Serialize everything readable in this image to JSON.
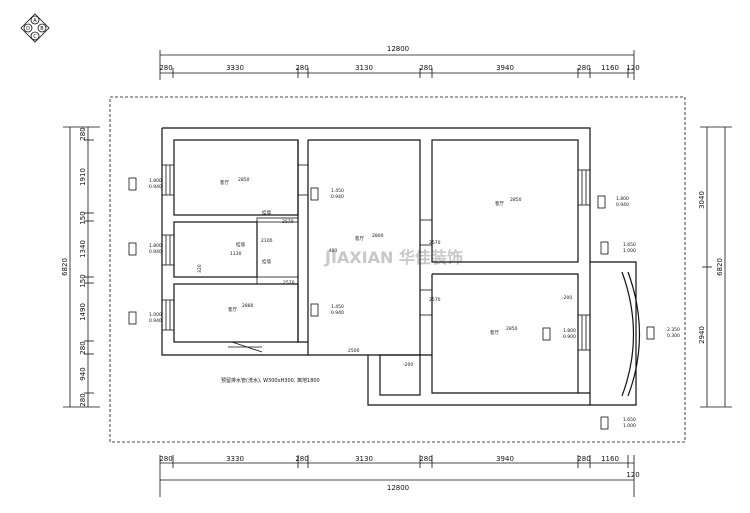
{
  "compass": {
    "n": "A",
    "e": "B",
    "s": "C",
    "w": "D"
  },
  "dimensions": {
    "total": "12800",
    "segments": [
      "280",
      "3330",
      "280",
      "3130",
      "280",
      "3940",
      "280",
      "1160",
      "120"
    ],
    "left_total": "6820",
    "left_segments": [
      "280",
      "1910",
      "150",
      "1340",
      "150",
      "1490",
      "280",
      "940",
      "280"
    ],
    "right_total": "6820",
    "right_segments": [
      "3040",
      "2940"
    ]
  },
  "watermark": "JIAXIAN 华佳装饰",
  "rooms": [
    {
      "label": "客厅",
      "value": "2850"
    },
    {
      "label": "客厅",
      "value": "2800"
    },
    {
      "label": "客厅",
      "value": "2850"
    },
    {
      "label": "客厅",
      "value": "2880"
    },
    {
      "label": "客厅",
      "value": "2850"
    }
  ],
  "windows": [
    {
      "a": "1.800",
      "b": "0.940"
    },
    {
      "a": "1.450",
      "b": "0.940"
    },
    {
      "a": "1.800",
      "b": "0.940"
    },
    {
      "a": "1.800",
      "b": "0.940"
    },
    {
      "a": "1.650",
      "b": "1.000"
    },
    {
      "a": "1.000",
      "b": "0.940"
    },
    {
      "a": "1.450",
      "b": "0.940"
    },
    {
      "a": "1.800",
      "b": "0.900"
    },
    {
      "a": "2.350",
      "b": "0.300"
    },
    {
      "a": "1.650",
      "b": "1.000"
    }
  ],
  "labels": {
    "door1": "2570",
    "door2": "2570",
    "door3": "2570",
    "door4": "2570",
    "h2100": "2100",
    "h2500": "2500",
    "w1130": "1130",
    "h320": "320",
    "lv1": "-480",
    "lv2": "-200",
    "lv3": "-200",
    "note": "预留排水管(洗水), W300xH300, 离地1800",
    "tag": "挂墙"
  }
}
